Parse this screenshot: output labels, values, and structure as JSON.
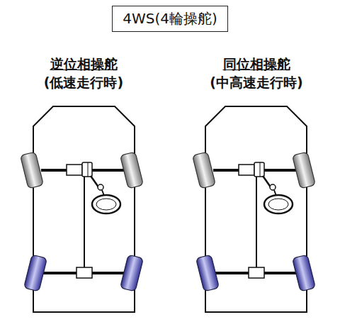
{
  "diagram": {
    "title": "4WS(4輪操舵)",
    "labels": [
      "逆位相操舵",
      "(低速走行時)",
      "同位相操舵",
      "(中高速走行時)"
    ]
  }
}
